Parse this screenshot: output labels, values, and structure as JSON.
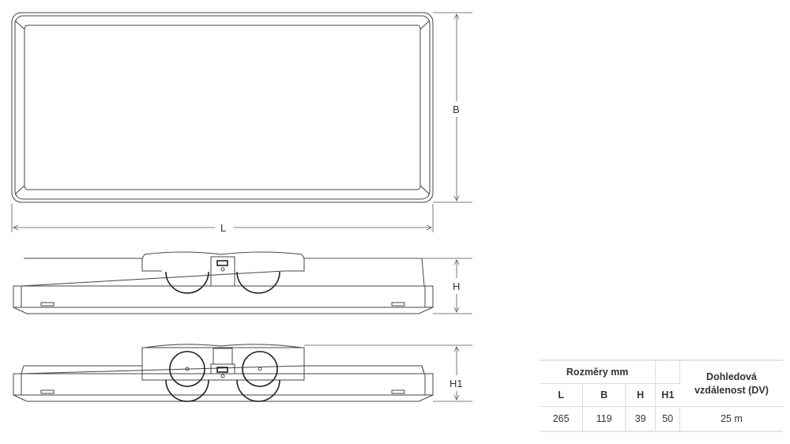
{
  "dimension_labels": {
    "L": "L",
    "B": "B",
    "H": "H",
    "H1": "H1"
  },
  "table": {
    "group_header": "Rozměry mm",
    "distance_header": "Dohledová vzdálenost (DV)",
    "columns": [
      "L",
      "B",
      "H",
      "H1"
    ],
    "values": [
      "265",
      "119",
      "39",
      "50"
    ],
    "distance_value": "25 m"
  }
}
